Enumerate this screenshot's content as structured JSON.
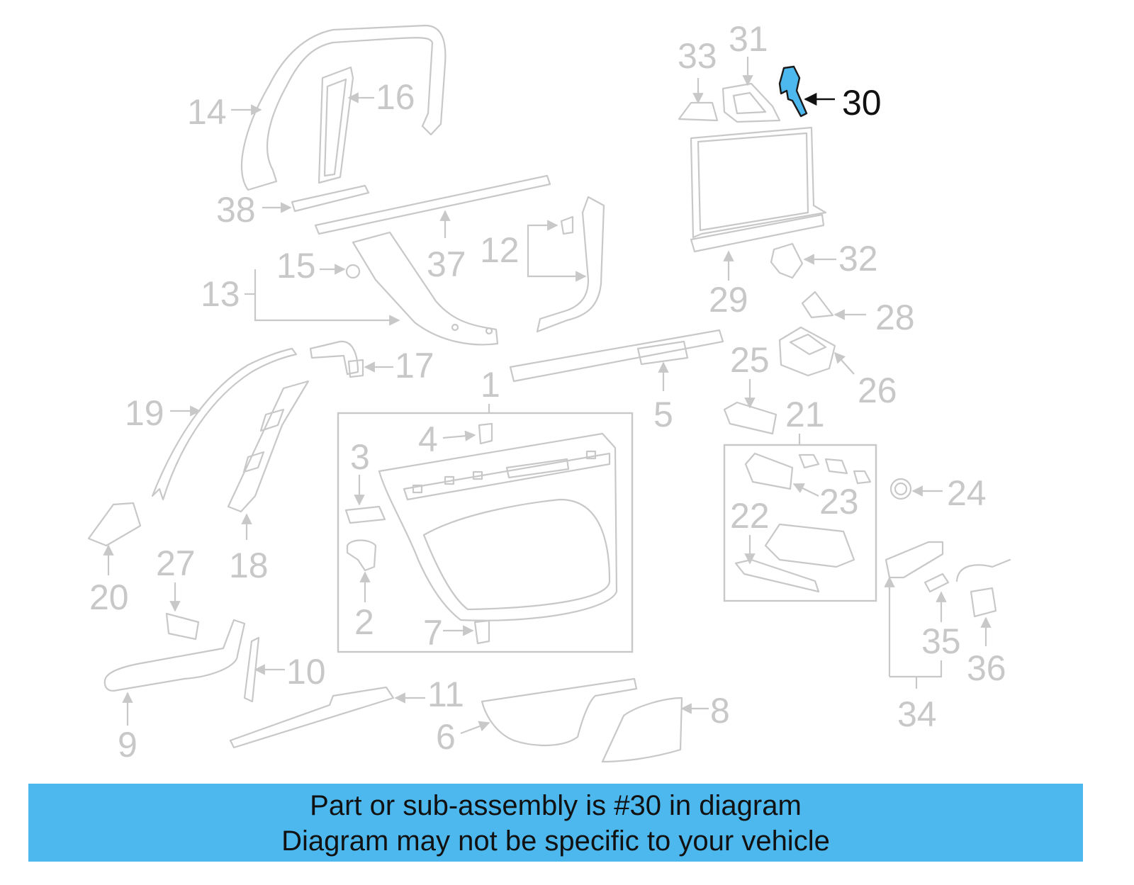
{
  "diagram": {
    "highlight_color": "#4db8ee",
    "highlighted_part": "30",
    "callouts": {
      "c1": "1",
      "c2": "2",
      "c3": "3",
      "c4": "4",
      "c5": "5",
      "c6": "6",
      "c7": "7",
      "c8": "8",
      "c9": "9",
      "c10": "10",
      "c11": "11",
      "c12": "12",
      "c13": "13",
      "c14": "14",
      "c15": "15",
      "c16": "16",
      "c17": "17",
      "c18": "18",
      "c19": "19",
      "c20": "20",
      "c21": "21",
      "c22": "22",
      "c23": "23",
      "c24": "24",
      "c25": "25",
      "c26": "26",
      "c27": "27",
      "c28": "28",
      "c29": "29",
      "c30": "30",
      "c31": "31",
      "c32": "32",
      "c33": "33",
      "c34": "34",
      "c35": "35",
      "c36": "36",
      "c37": "37",
      "c38": "38"
    }
  },
  "banner": {
    "background": "#4db8ee",
    "line1": "Part or sub-assembly is #30 in diagram",
    "line2": "Diagram may not be specific to your vehicle"
  }
}
